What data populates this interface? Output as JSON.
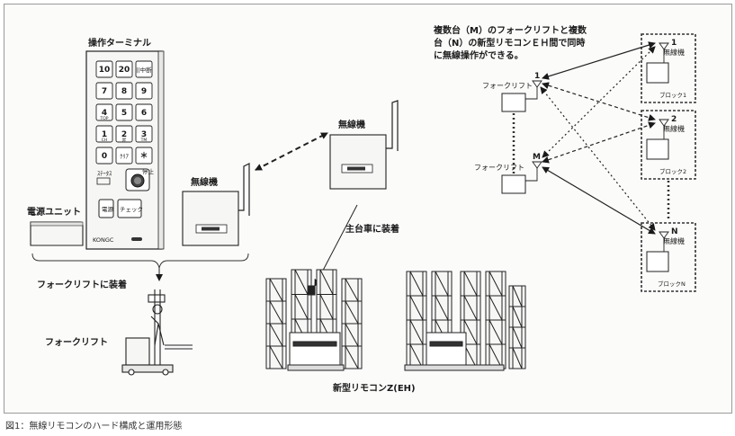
{
  "terminal": {
    "title": "操作ターミナル",
    "keys": [
      "10",
      "20",
      "||中断",
      "7",
      "8",
      "9",
      "4",
      "5",
      "6",
      "1",
      "2",
      "3",
      "0",
      "ｸﾘｱ",
      "＊"
    ],
    "key_subs": [
      "",
      "",
      "",
      "",
      "",
      "",
      "TOP",
      "",
      "",
      "CH",
      "昇",
      "TM",
      "",
      "",
      ""
    ],
    "status_label": "ｽﾃｰﾀｽ",
    "stop_label": "停止",
    "button_left": "電源",
    "button_right": "チェック",
    "brand": "KONGC"
  },
  "labels": {
    "power_unit": "電源ユニット",
    "radio_forklift": "無線機",
    "radio_main": "無線機",
    "main_mount": "主台車に装着",
    "forklift_mount": "フォークリフトに装着",
    "forklift": "フォークリフト",
    "remocon": "新型リモコンZ(EH)"
  },
  "network": {
    "note": [
      "複数台（M）のフォークリフトと複数",
      "台（N）の新型リモコンＥＨ間で同時",
      "に無線操作ができる。"
    ],
    "forklift_label": "フォークリフト",
    "forklifts": [
      {
        "id": "1"
      },
      {
        "id": "M"
      }
    ],
    "blocks": [
      {
        "id": "1",
        "radio": "無線機",
        "name": "ブロック1"
      },
      {
        "id": "2",
        "radio": "無線機",
        "name": "ブロック2"
      },
      {
        "id": "N",
        "radio": "無線機",
        "name": "ブロックN"
      }
    ]
  },
  "caption": "図1：無線リモコンのハード構成と運用形態"
}
